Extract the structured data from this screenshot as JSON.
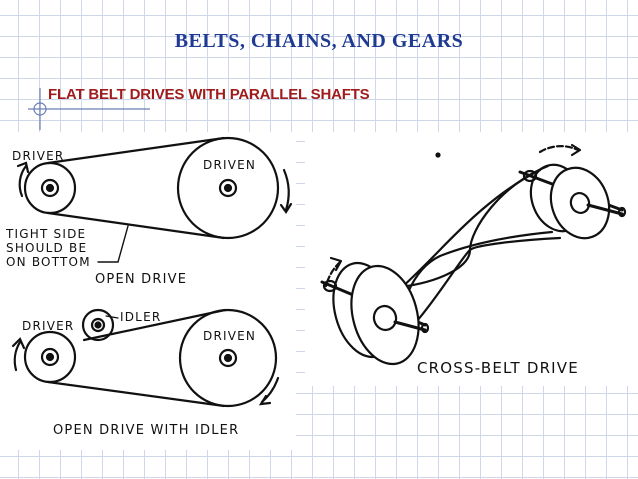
{
  "slide": {
    "title": "BELTS, CHAINS, AND GEARS",
    "subtitle": "FLAT BELT DRIVES WITH PARALLEL SHAFTS"
  },
  "open_drive": {
    "driver_label": "DRIVER",
    "driven_label": "DRIVEN",
    "note_line1": "TIGHT SIDE",
    "note_line2": "SHOULD BE",
    "note_line3": "ON BOTTOM",
    "caption": "OPEN DRIVE"
  },
  "idler_drive": {
    "driver_label": "DRIVER",
    "idler_label": "IDLER",
    "driven_label": "DRIVEN",
    "caption": "OPEN DRIVE WITH IDLER"
  },
  "cross_belt": {
    "caption": "CROSS-BELT DRIVE"
  },
  "colors": {
    "title": "#1f3a93",
    "subtitle": "#a01c1c",
    "grid": "#cfd8ea",
    "line_art": "#111111"
  }
}
